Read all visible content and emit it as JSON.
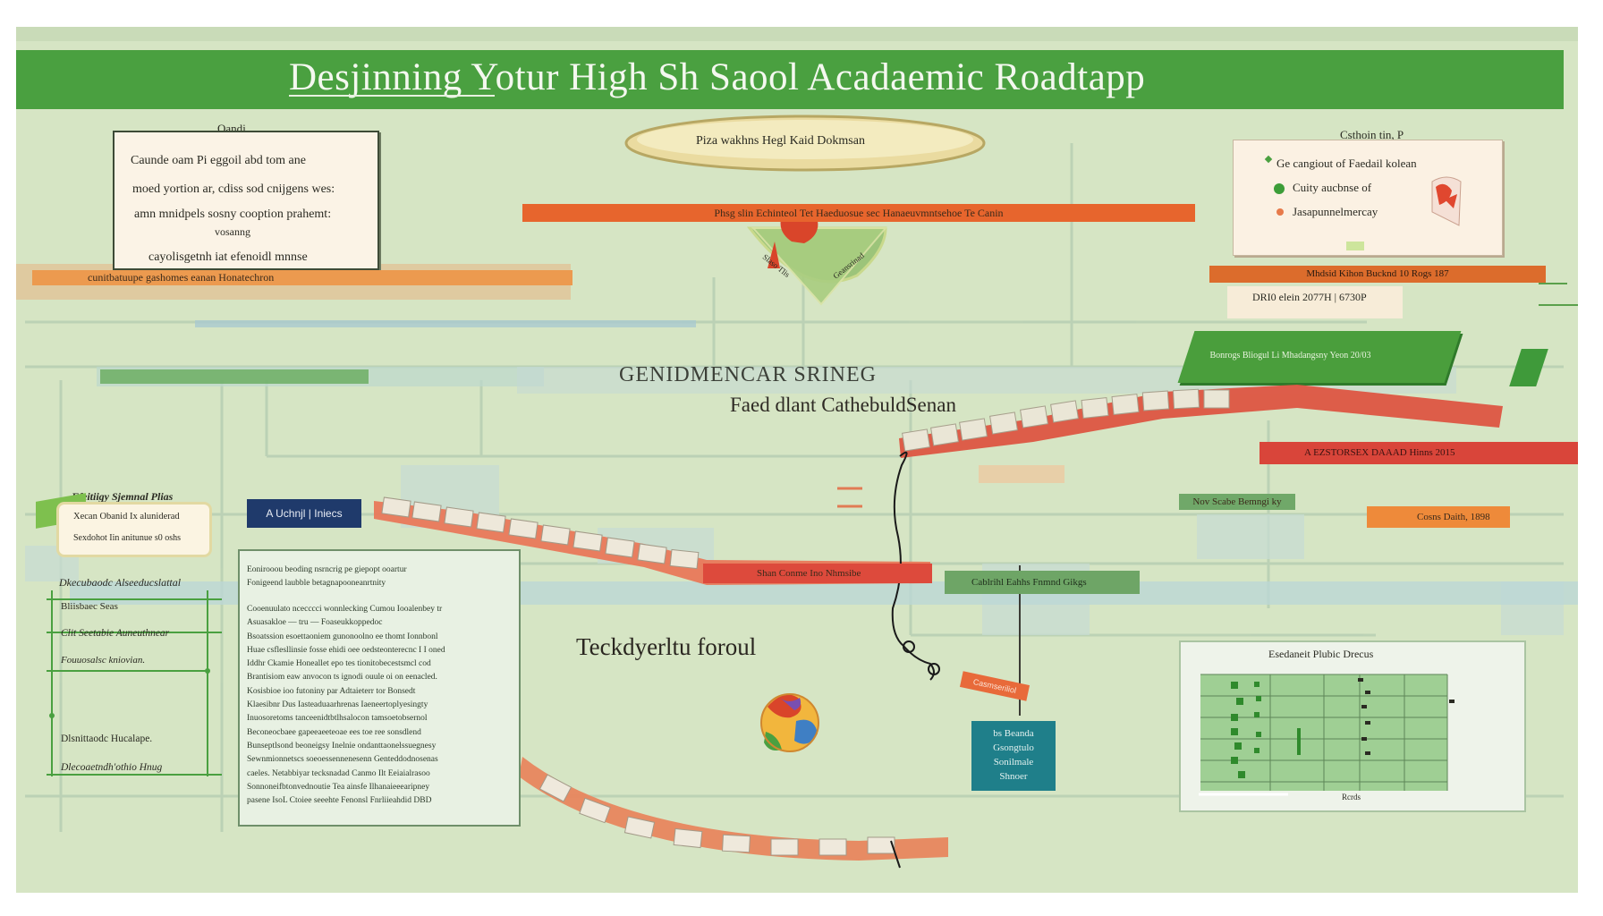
{
  "title": "Desjinning Yotur High Sh Saool Acadaemic Roadtapp",
  "top_left_box": {
    "header": "Qandj",
    "lines": [
      "Caunde oam Pi eggoil abd tom ane",
      "moed yortion ar, cdiss sod cnijgens wes:",
      "amn mnidpels sosny cooption prahemt:",
      "vosanng",
      "cayolisgetnh iat efenoidl mnnse"
    ]
  },
  "left_orange_band": "cunitbatuupe gashomes eanan Honatechron",
  "center_seal": {
    "label": "Piza wakhns Hegl Kaid Dokmsan",
    "ring_left": "Slaso Tlis",
    "ring_right": "Geansrinad"
  },
  "center_orange_band": "Phsg slin Echinteol Tet Haeduosue sec Hanaeuvmntsehoe Te Canin",
  "top_right_note": {
    "header": "Csthoin tin, P",
    "items": [
      "Ge cangiout of Faedail kolean",
      "Cuity aucbnse of",
      "Jasapunnelmercay"
    ]
  },
  "right_orange_band": "Mhdsid Kihon Bucknd 10 Rogs 187",
  "right_date_label": "DRI0 elein 2077H | 6730P",
  "right_green_card": "Bonrogs Bliogul Li Mhadangsny Yeon 20/03",
  "center_heading_1": "GENIDMENCAR SRINEG",
  "center_heading_2": "Faed dlant CathebuldSenan",
  "right_red_band": "A EZSTORSEX DAAAD Hinns 2015",
  "right_green_tag": "Nov Scabe Bemngi ky",
  "right_orange_tag": "Cosns Daith, 1898",
  "left_callout": {
    "header": "Ffeitiigy Sjemnal Plias",
    "lines": [
      "Xecan Obanid Ix aluniderad",
      "Sexdohot Iin anitunue s0 oshs"
    ]
  },
  "navy_label": "A Uchnjl | Iniecs",
  "left_checklist": [
    "Dkecubaodc Alseeducslattal",
    "Bliisbaec Seas",
    "Clit Seetabie Auneuthnear",
    "Fouuosalsc kniovian.",
    "Dlsnittaodc Hucalape.",
    "Dlecoaetndh'othio Hnug"
  ],
  "bullets_top": [
    "Eonirooou beoding nsrncrig pe giepopt ooartur",
    "Fonigeend laubble betagnapooneanrtnity"
  ],
  "bullets_main": [
    "Cooenuulato ncecccci wonnlecking Cumou Iooalenbey tr",
    "Asuasakloe — tru — Foaseukkoppedoc",
    "Bsoatssion esoettaoniem gunonoolno ee thomt Ionnbonl",
    "Huae csflesllinsie fosse ehidi oee oedsteonterecnc I I oned",
    "Iddhr Ckamie Honeallet epo tes tionitobecestsmcl cod",
    "Brantisiom eaw anvocon ts ignodi ouule oi on eenacled.",
    "Kosisbioe ioo futoniny par Adtaieterr tor Bonsedt",
    "Klaesibnr Dus Iasteaduaarhrenas Iaeneertoplyesingty",
    "Inuosoretoms tanceenidtbtlhsalocon tamsoetobsernol",
    "Beconeocbaee gapeeaeeteoae ees toe ree sonsdlend",
    "Bunseptlsond beoneigsy Inelnie ondanttaonelssuegnesy",
    "Sewnmionnetscs soeoessennenesenn Genteddodnosenas",
    "caeles. Netabbiyar tecksnadad Canmo Ilt Eeiaialrasoo",
    "Sonnoneifbtonvednoutie Tea ainsfe Ilhanaieeearipney",
    "pasene IsoL Ctoiee seeehte Fenonsl Fnrliieahdid DBD"
  ],
  "center_red_label": "Shan Conme Ino Nhmsibe",
  "center_green_band": "Cablrihl Eahhs Fnmnd Gikgs",
  "center_heading_3": "Teckdyerltu foroul",
  "orange_sticker": "Casmseriliol",
  "teal_box": [
    "bs Beanda",
    "Gsongtulo",
    "Sonilmale",
    "Shnoer"
  ],
  "right_table": {
    "title": "Esedaneit Plubic Drecus",
    "footer_left": "Rcrds"
  },
  "colors": {
    "green": "#4aa040",
    "background": "#d6e5c4",
    "orange": "#e7772f",
    "red": "#d9453a",
    "navy": "#1f3a6b",
    "teal": "#1f7f8a"
  },
  "icons": [
    "globe-icon",
    "apple-icon",
    "flag-icon"
  ]
}
